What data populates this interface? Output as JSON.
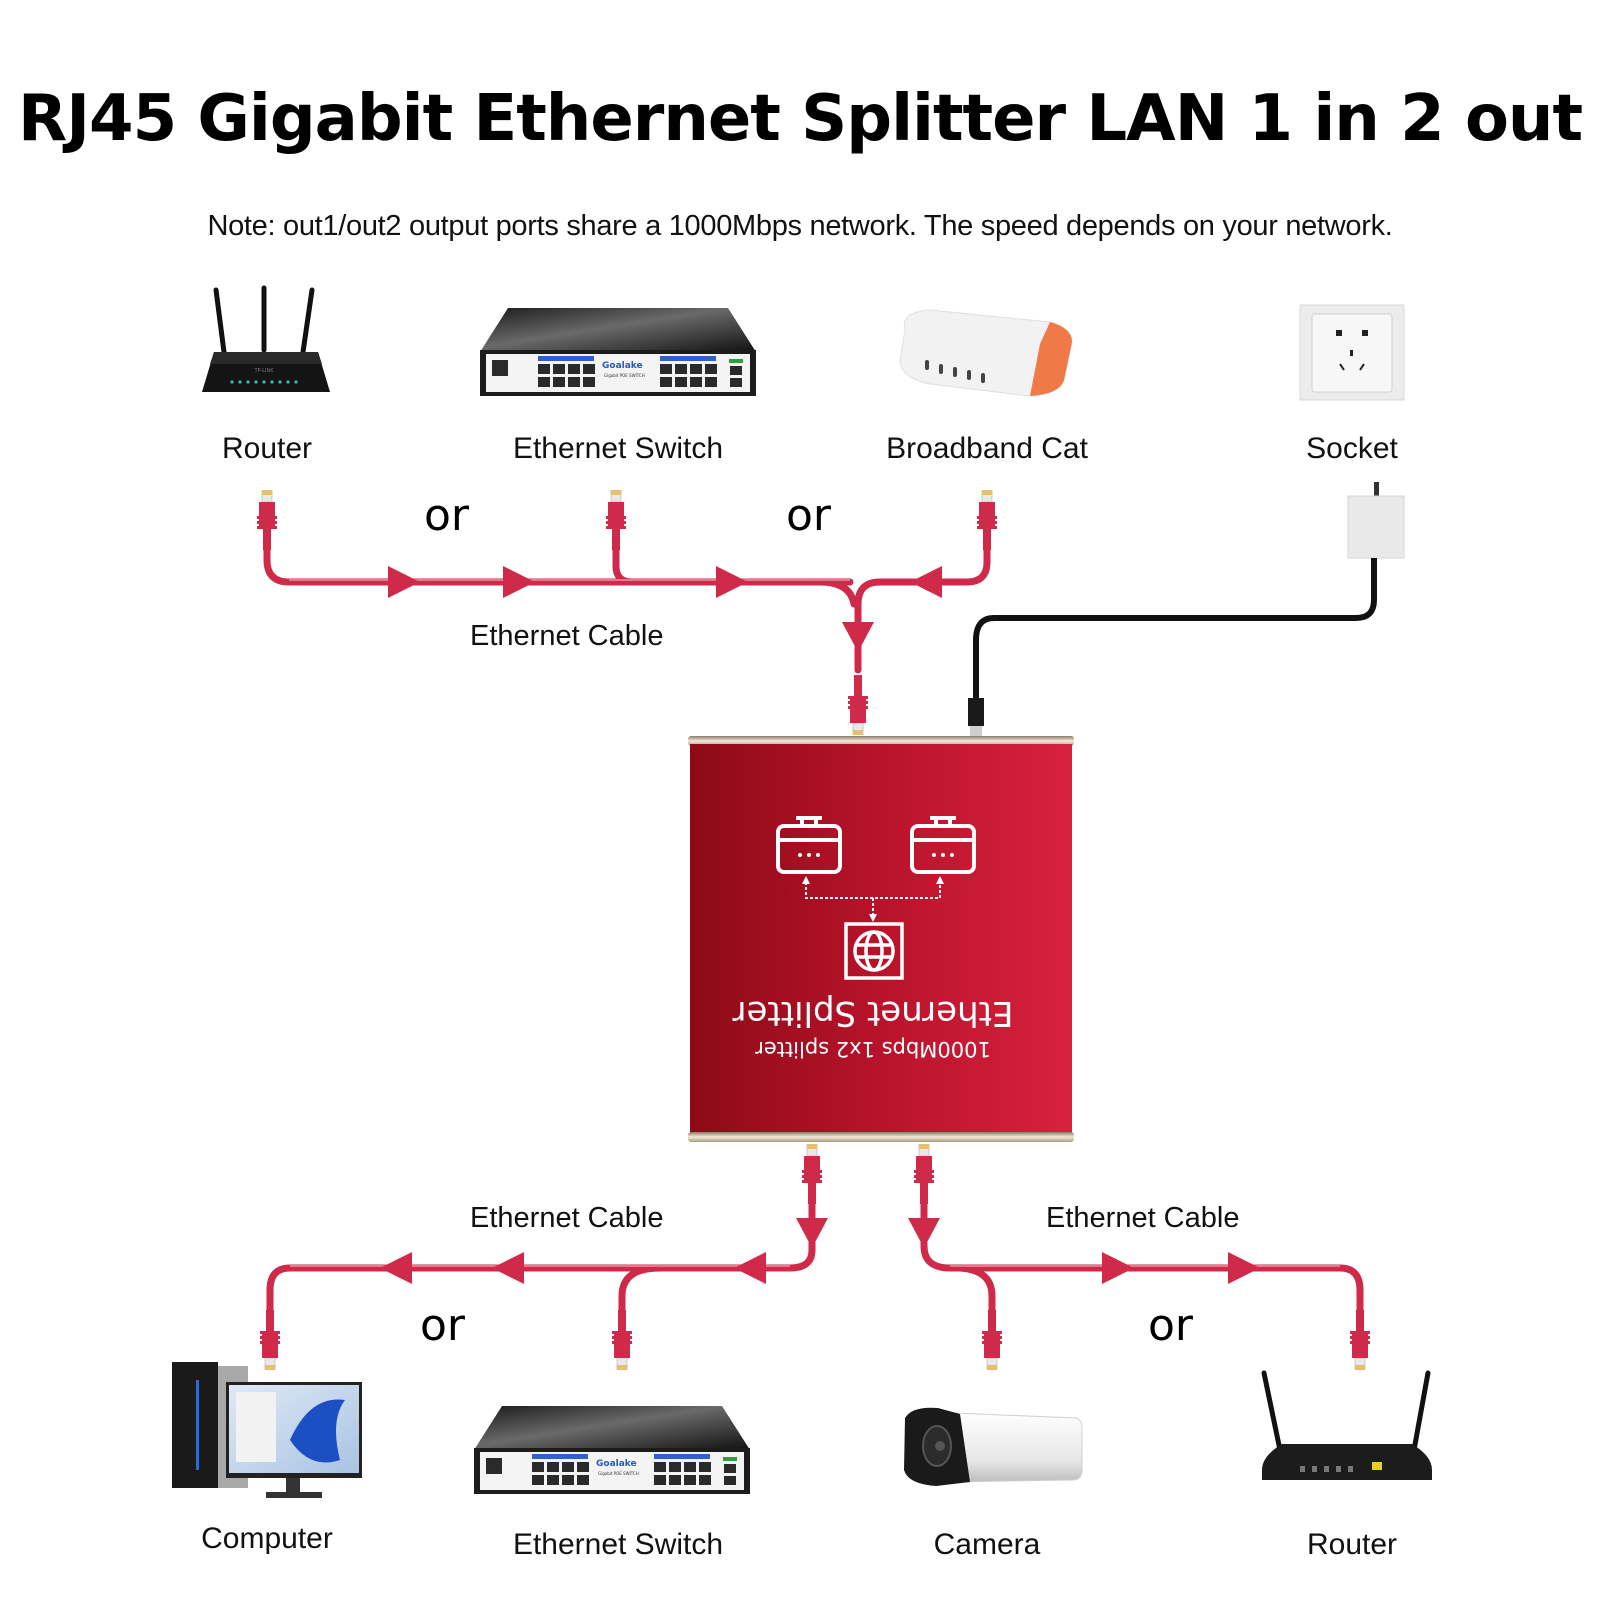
{
  "title": "RJ45 Gigabit Ethernet Splitter LAN 1 in 2 out",
  "note": "Note: out1/out2 output ports share a 1000Mbps network. The speed depends on your network.",
  "colors": {
    "cable": "#d02a4a",
    "splitter_body": "#c0182e",
    "power_cable": "#111111",
    "connector_tip": "#e8c06a"
  },
  "inputs": {
    "devices": [
      {
        "label": "Router",
        "icon": "router-icon"
      },
      {
        "label": "Ethernet Switch",
        "icon": "ethernet-switch-icon"
      },
      {
        "label": "Broadband Cat",
        "icon": "broadband-modem-icon"
      },
      {
        "label": "Socket",
        "icon": "power-socket-icon"
      }
    ],
    "or_labels": [
      "or",
      "or"
    ],
    "cable_label": "Ethernet Cable"
  },
  "splitter": {
    "title": "Ethernet Splitter",
    "subtitle": "1000Mbps 1x2 splitter",
    "icons": [
      "output-port-icon",
      "output-port-icon",
      "globe-icon"
    ],
    "switch_brand": "Goalake"
  },
  "outputs": {
    "devices": [
      {
        "label": "Computer",
        "icon": "computer-icon"
      },
      {
        "label": "Ethernet Switch",
        "icon": "ethernet-switch-icon"
      },
      {
        "label": "Camera",
        "icon": "camera-icon"
      },
      {
        "label": "Router",
        "icon": "router-icon"
      }
    ],
    "or_labels": [
      "or",
      "or"
    ],
    "cable_labels": [
      "Ethernet Cable",
      "Ethernet Cable"
    ]
  }
}
